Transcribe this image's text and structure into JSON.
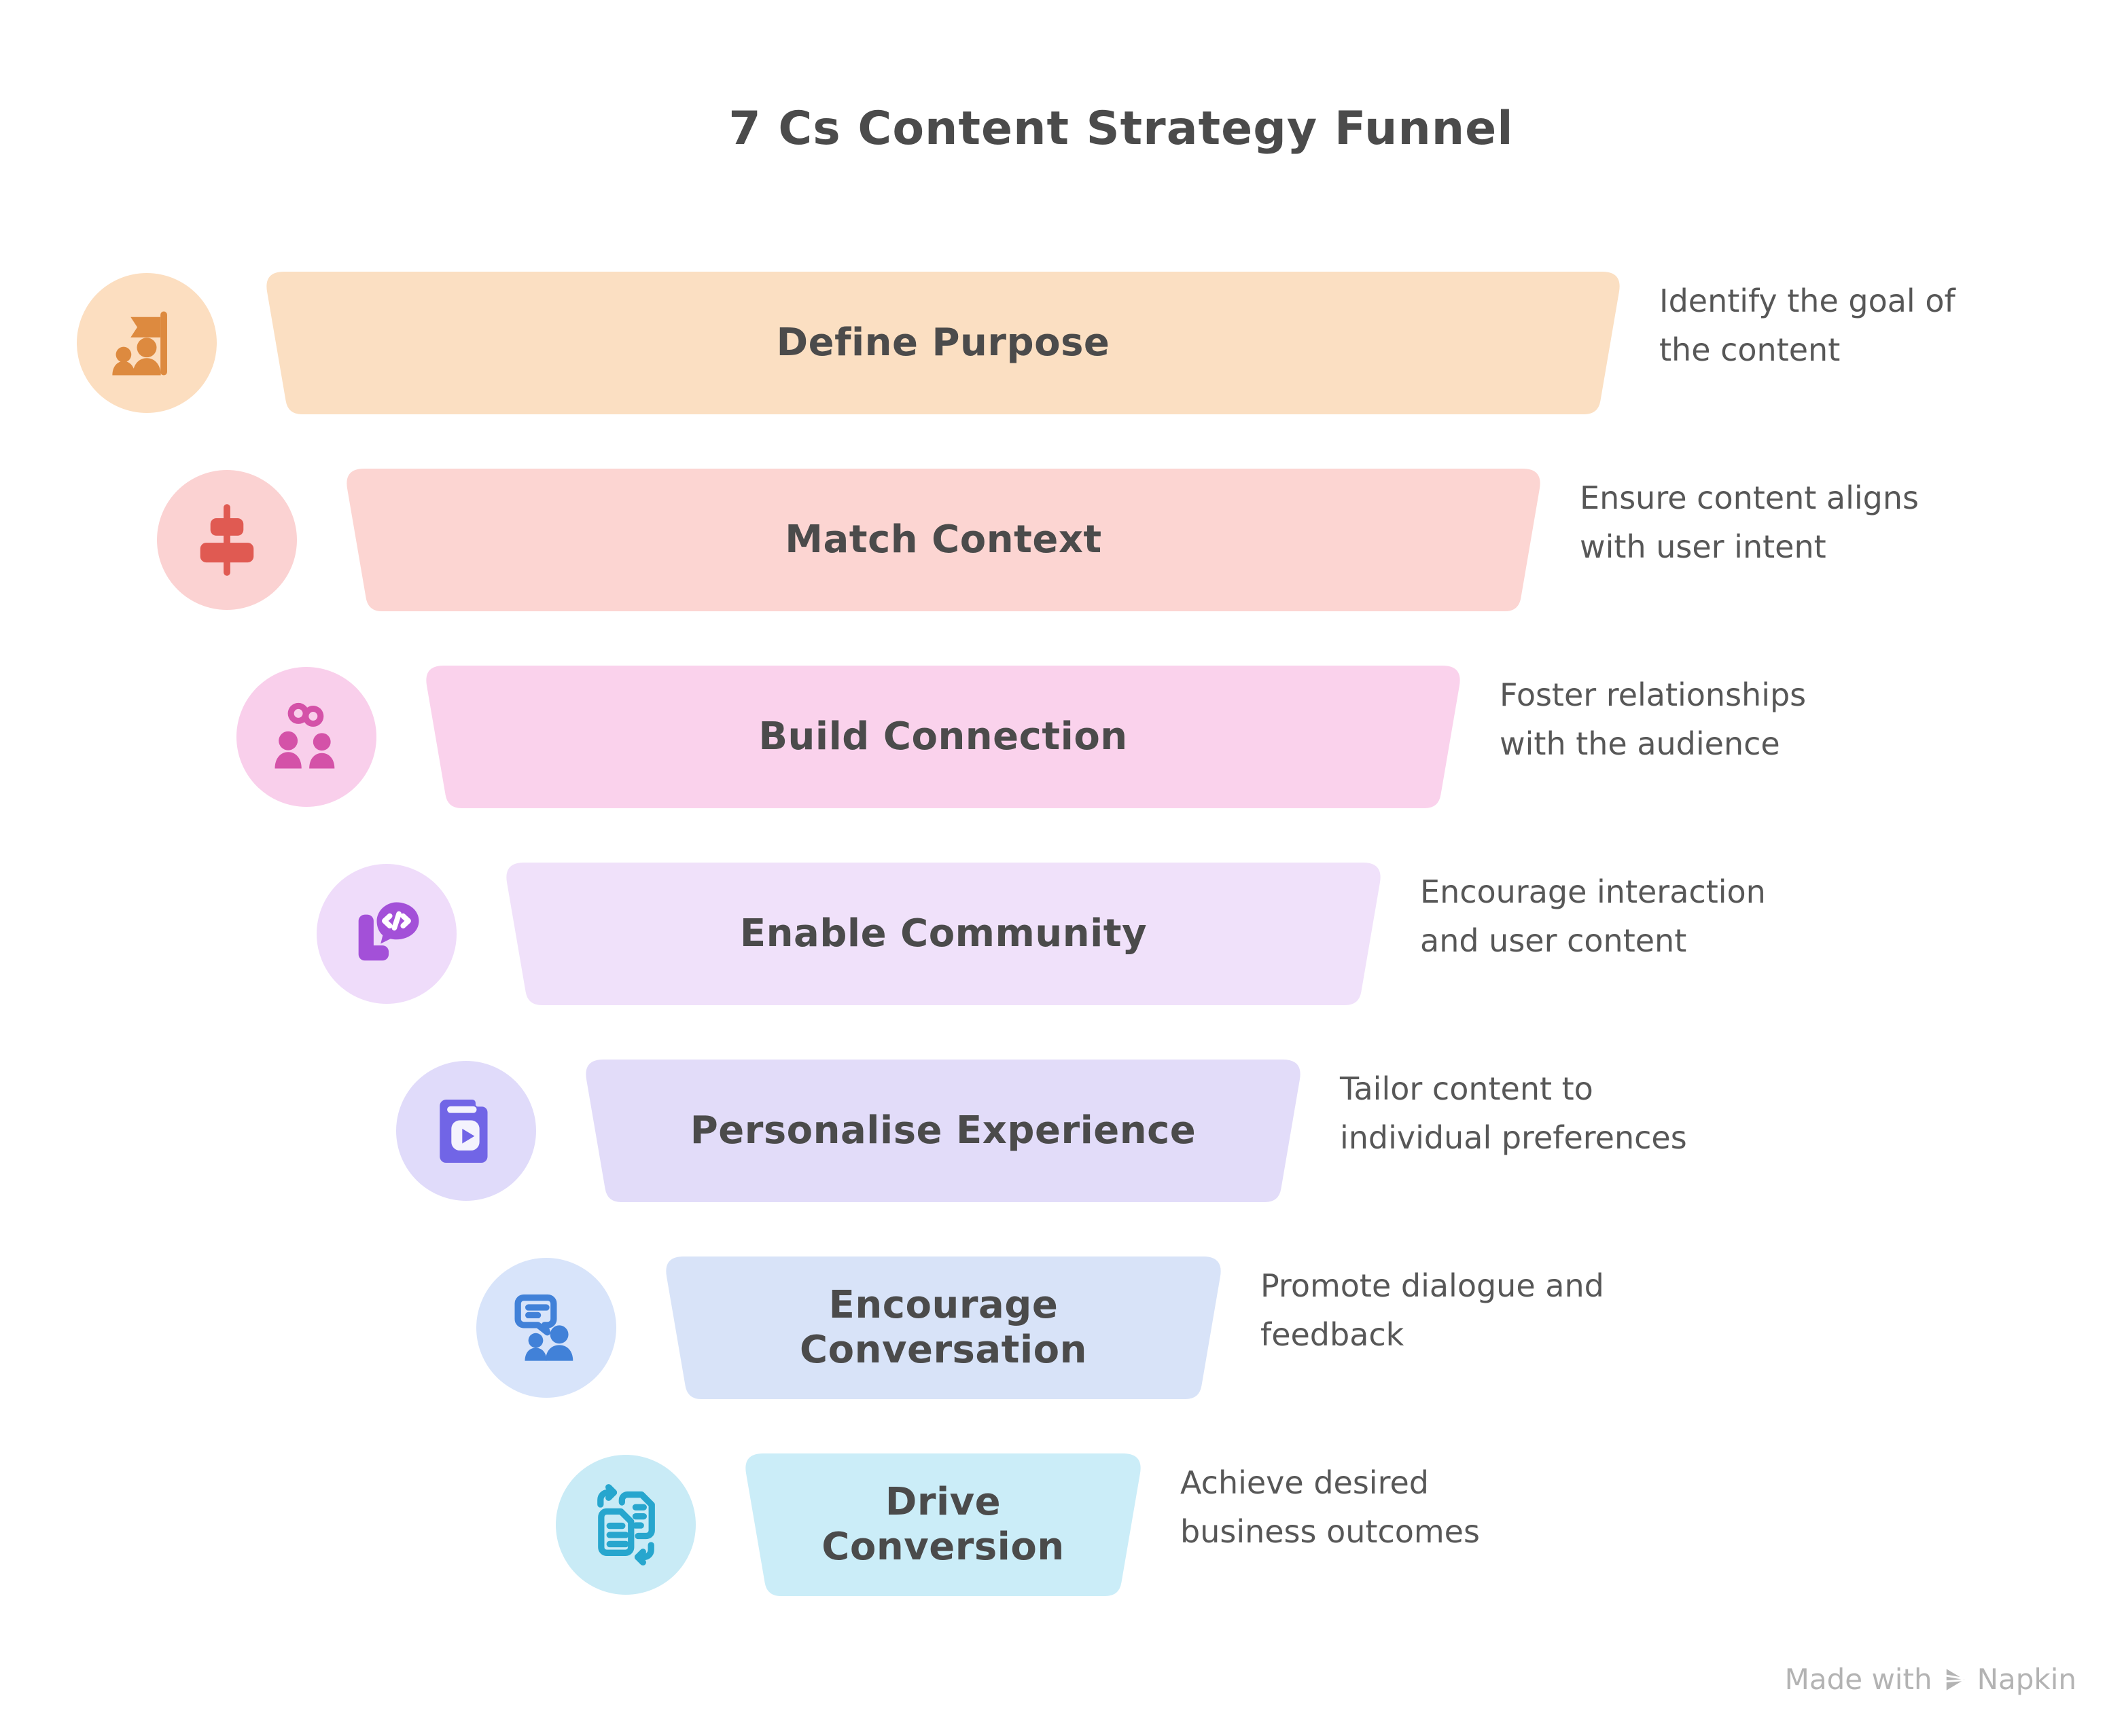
{
  "title": "7 Cs Content Strategy Funnel",
  "watermark": {
    "made_with": "Made with",
    "brand": "Napkin"
  },
  "funnel": {
    "levels": [
      {
        "label": "Define Purpose",
        "description": "Identify the goal of\nthe content",
        "fill": "#fbdfc2",
        "icon_bg": "#fcdec0",
        "icon_color": "#dd8a3f",
        "icon": "team-goal-icon"
      },
      {
        "label": "Match Context",
        "description": "Ensure content aligns\nwith user intent",
        "fill": "#fcd5d2",
        "icon_bg": "#fbd2d2",
        "icon_color": "#e05a52",
        "icon": "align-center-icon"
      },
      {
        "label": "Build Connection",
        "description": "Foster relationships\nwith the audience",
        "fill": "#fad2ec",
        "icon_bg": "#f9cfeb",
        "icon_color": "#d452a8",
        "icon": "linked-people-icon"
      },
      {
        "label": "Enable Community",
        "description": "Encourage interaction\nand user content",
        "fill": "#f0e1fa",
        "icon_bg": "#efdcfa",
        "icon_color": "#a350d8",
        "icon": "code-chat-icon"
      },
      {
        "label": "Personalise Experience",
        "description": "Tailor content to\nindividual preferences",
        "fill": "#e2dcf9",
        "icon_bg": "#e0dbfa",
        "icon_color": "#7165e6",
        "icon": "video-book-icon"
      },
      {
        "label": "Encourage\nConversation",
        "description": "Promote dialogue and\nfeedback",
        "fill": "#d8e3f8",
        "icon_bg": "#d8e4fa",
        "icon_color": "#4181d8",
        "icon": "chat-people-icon"
      },
      {
        "label": "Drive\nConversion",
        "description": "Achieve desired\nbusiness outcomes",
        "fill": "#cbedf8",
        "icon_bg": "#c9ebf6",
        "icon_color": "#27a6ce",
        "icon": "doc-transfer-icon"
      }
    ]
  }
}
